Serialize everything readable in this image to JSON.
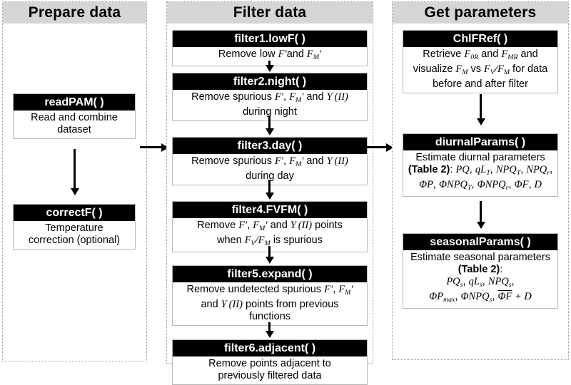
{
  "figure": {
    "type": "flowchart",
    "columns": [
      {
        "id": "prepare",
        "header": "Prepare data",
        "boxes": [
          {
            "title": "readPAM( )",
            "desc_plain": "Read and combine dataset"
          },
          {
            "title": "correctF( )",
            "desc_plain": "Temperature correction (optional)"
          }
        ]
      },
      {
        "id": "filter",
        "header": "Filter  data",
        "boxes": [
          {
            "title": "filter1.lowF( )",
            "desc_plain": "Remove low F' and F'M"
          },
          {
            "title": "filter2.night( )",
            "desc_plain": "Remove spurious F', F'M and Y(II) during night"
          },
          {
            "title": "filter3.day( )",
            "desc_plain": "Remove spurious F', F'M and Y(II) during day"
          },
          {
            "title": "filter4.FVFM( )",
            "desc_plain": "Remove F', F'M and Y(II) points when FV/FM is spurious"
          },
          {
            "title": "filter5.expand( )",
            "desc_plain": "Remove undetected spurious F', F'M and Y(II) points from previous functions"
          },
          {
            "title": "filter6.adjacent( )",
            "desc_plain": "Remove points adjacent to previously filtered data"
          }
        ]
      },
      {
        "id": "params",
        "header": "Get parameters",
        "boxes": [
          {
            "title": "ChlFRef( )",
            "desc_plain": "Retrieve F0R and FMR and visualize FM vs FV/FM for data before and after filter"
          },
          {
            "title": "diurnalParams( )",
            "desc_plain": "Estimate diurnal parameters (Table 2): PQ, qLT, NPQT, NPQr, ΦP, ΦNPQT, ΦNPQr, ΦF, D"
          },
          {
            "title": "seasonalParams( )",
            "desc_plain": "Estimate seasonal parameters (Table 2): PQs, qLs, NPQs, ΦPmax, ΦNPQs, ΦF + D"
          }
        ]
      }
    ],
    "colors": {
      "header_band": "#d5d5d5",
      "box_title_bg": "#000000",
      "box_title_fg": "#ffffff",
      "panel_border": "#9a9a9a",
      "box_border": "#b7b7b7",
      "background": "#ffffff"
    },
    "text": {
      "prepare_header": "Prepare data",
      "filter_header": "Filter  data",
      "params_header": "Get parameters",
      "readpam_title": "readPAM( )",
      "readpam_line1": "Read and combine",
      "readpam_line2": "dataset",
      "correctf_title": "correctF( )",
      "correctf_line1": "Temperature",
      "correctf_line2": "correction (optional)",
      "filter1_title": "filter1.lowF( )",
      "filter2_title": "filter2.night( )",
      "filter3_title": "filter3.day( )",
      "filter4_title": "filter4.FVFM( )",
      "filter5_title": "filter5.expand( )",
      "filter6_title": "filter6.adjacent( )",
      "filter1_w1": "Remove low",
      "filter1_w2": "and",
      "filter2_w1": "Remove spurious",
      "filter2_w2": "and",
      "filter2_w3": "during night",
      "filter3_w1": "Remove spurious",
      "filter3_w2": "and",
      "filter3_w3": "during day",
      "filter4_w1": "Remove",
      "filter4_w2": "and",
      "filter4_w3": "points",
      "filter4_w4": "when",
      "filter4_w5": "is spurious",
      "filter5_w1": "Remove undetected spurious",
      "filter5_w2": "and",
      "filter5_w3": "points from previous",
      "filter5_w4": "functions",
      "filter6_l1": "Remove points adjacent to",
      "filter6_l2": "previously filtered data",
      "chlfref_title": "ChlFRef( )",
      "chlfref_w1": "Retrieve",
      "chlfref_w2": "and",
      "chlfref_w3": "and",
      "chlfref_w4": "visualize",
      "chlfref_w5": "vs",
      "chlfref_w6": "for data",
      "chlfref_w7": "before and after filter",
      "diurnal_title": "diurnalParams( )",
      "diurnal_l1": "Estimate diurnal parameters",
      "diurnal_table": "(Table 2)",
      "diurnal_colon": ":",
      "seasonal_title": "seasonalParams( )",
      "seasonal_l1": "Estimate seasonal parameters",
      "seasonal_table": "(Table 2)",
      "seasonal_colon": ":"
    },
    "symbols": {
      "F_prime": "F′",
      "FM_prime": "F′M",
      "YII": "Y(II)",
      "FV_FM": "FV/FM",
      "F0R": "F0R",
      "FMR": "FMR",
      "FM": "FM"
    }
  }
}
